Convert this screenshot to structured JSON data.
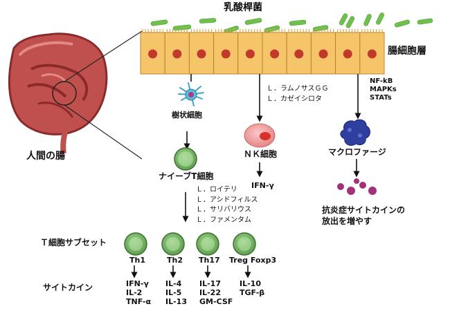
{
  "labels": {
    "lactobacillus": "乳酸桿菌",
    "intestinal_epithelium": "腸細胞層",
    "human_gut": "人間の腸",
    "dendritic_cell": "樹状細胞",
    "naive_t_cell": "ナイーブT細胞",
    "nk_cell": "ＮＫ細胞",
    "macrophage": "マクロファージ",
    "t_cell_subsets": "Ｔ細胞サブセット",
    "cytokines": "サイトカイン",
    "anti_inflammatory": [
      "抗炎症サイトカインの",
      "放出を増やす"
    ]
  },
  "strains_nk": [
    "Ｌ．ラムノサスＧＧ",
    "Ｌ．カゼイシロタ"
  ],
  "strains_t": [
    "Ｌ．ロイテリ",
    "Ｌ．アシドフィルス",
    "Ｌ．サリバリウス",
    "Ｌ．ファメンタム"
  ],
  "nk_output": "IFN-γ",
  "signaling": [
    "NF-kB",
    "MAPKs",
    "STATs"
  ],
  "t_subsets": [
    {
      "name": "Th1",
      "cytokines": [
        "IFN-γ",
        "IL-2",
        "TNF-α"
      ]
    },
    {
      "name": "Th2",
      "cytokines": [
        "IL-4",
        "IL-5",
        "IL-13"
      ]
    },
    {
      "name": "Th17",
      "cytokines": [
        "IL-17",
        "IL-22",
        "GM-CSF"
      ]
    },
    {
      "name": "Treg Foxp3",
      "cytokines": [
        "IL-10",
        "TGF-β"
      ]
    }
  ],
  "colors": {
    "bacteria": "#6fc04c",
    "epithelium": "#f6c56a",
    "nucleus": "#c0392b",
    "t_cell": "#7fbf6e",
    "nk_cell": "#f4a6a6",
    "macrophage": "#2f3fa0",
    "cytokine_dots": "#a5307a"
  }
}
